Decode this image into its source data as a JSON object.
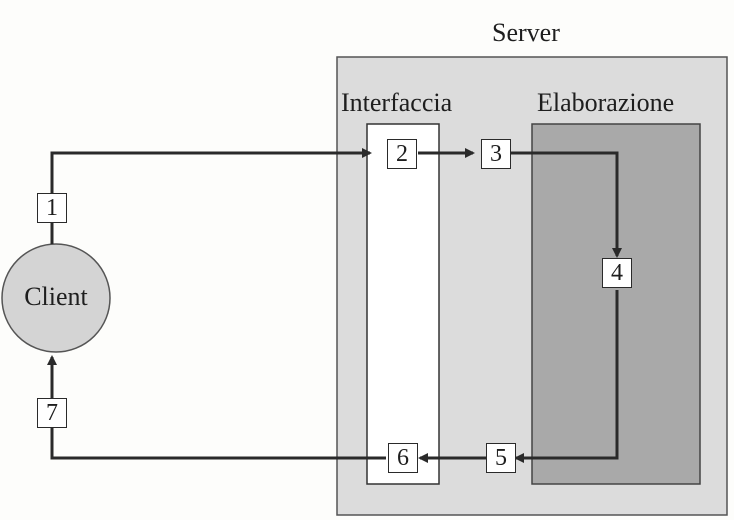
{
  "labels": {
    "server": "Server",
    "interface": "Interfaccia",
    "processing": "Elaborazione",
    "client": "Client"
  },
  "steps": [
    "1",
    "2",
    "3",
    "4",
    "5",
    "6",
    "7"
  ],
  "colors": {
    "server_fill": "#dcdcdc",
    "processing_fill": "#a9a9a9",
    "client_fill": "#d4d4d4",
    "line": "#2a2a2a"
  }
}
